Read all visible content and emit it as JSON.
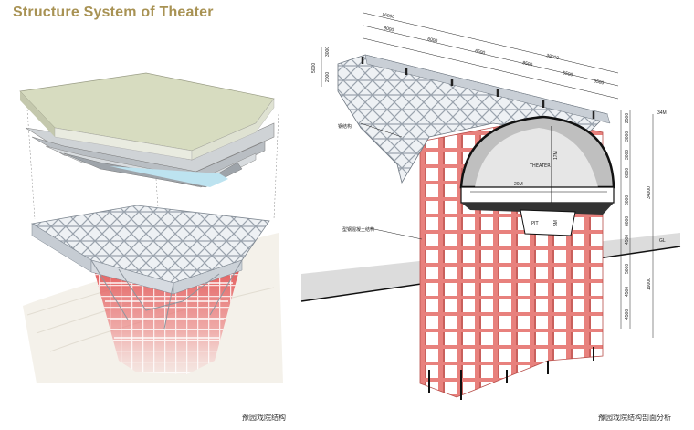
{
  "title": "Structure System of Theater",
  "left_caption": "豫园戏院结构",
  "right_caption": "豫园戏院结构剖面分析",
  "labels": {
    "steel": "钢结构",
    "concrete": "型钢混凝土结构",
    "theater": "THEATER",
    "pit": "PIT",
    "height_mark": "34M",
    "ground_mark": "GL",
    "span_20m": "20M",
    "height_17m": "17M",
    "height_5m": "5M"
  },
  "dims_top": [
    "16000",
    "8000",
    "6000",
    "6500",
    "38000",
    "8500",
    "5500",
    "6500"
  ],
  "dims_left": [
    "5000",
    "3000",
    "2000"
  ],
  "dims_right": [
    "2500",
    "3000",
    "3000",
    "6000",
    "34000",
    "6000",
    "6000",
    "4500"
  ],
  "dims_right_lower": [
    "5000",
    "19000",
    "4500",
    "4500"
  ],
  "colors": {
    "title": "#a89253",
    "steel": "#dfe4ea",
    "concrete": "#e8817d",
    "floor": "#d7dcc0"
  }
}
